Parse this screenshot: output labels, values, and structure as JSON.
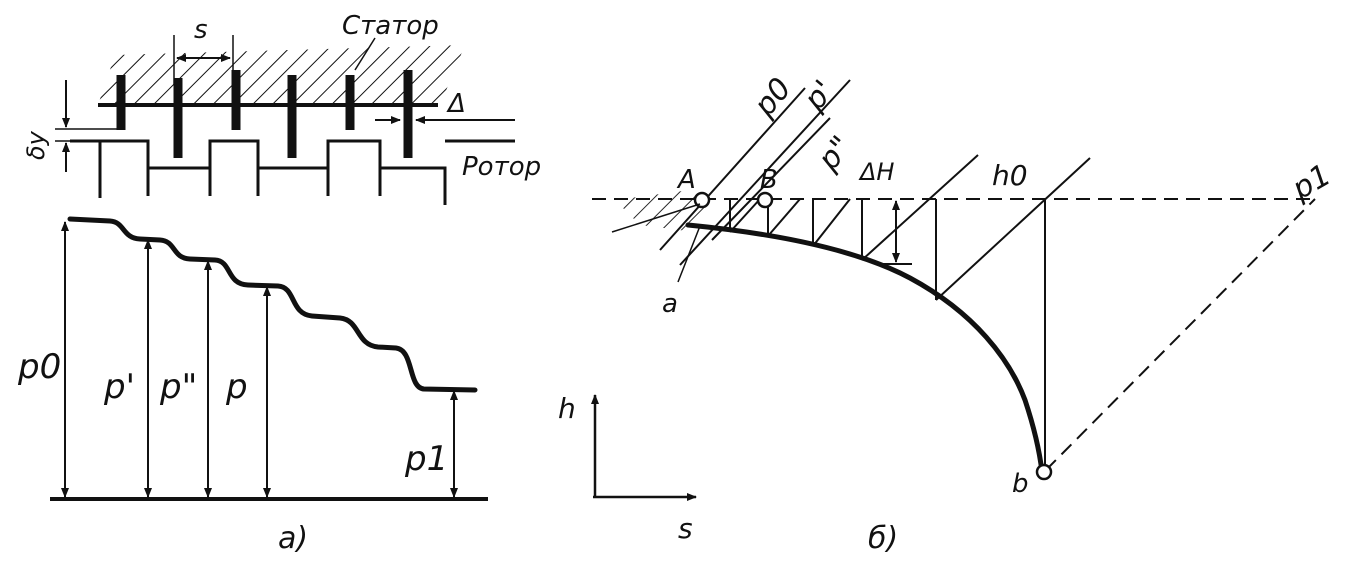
{
  "labels": {
    "stator": "Статор",
    "rotor": "Ротор",
    "pitch_s": "s",
    "delta": "Δ",
    "delta_y": "δy",
    "p0_left": "p0",
    "p_prime": "p'",
    "p_double_prime": "p\"",
    "p_left": "p",
    "p1_left": "p1",
    "caption_a": "а)",
    "p0_right": "p0",
    "p_prime_right": "p'",
    "p_double_prime_right": "p\"",
    "delta_h": "ΔH",
    "h0": "h0",
    "p1_right": "p1",
    "point_A": "A",
    "point_B": "B",
    "point_a": "a",
    "point_b": "b",
    "axis_h": "h",
    "axis_s": "s",
    "caption_b": "б)"
  }
}
